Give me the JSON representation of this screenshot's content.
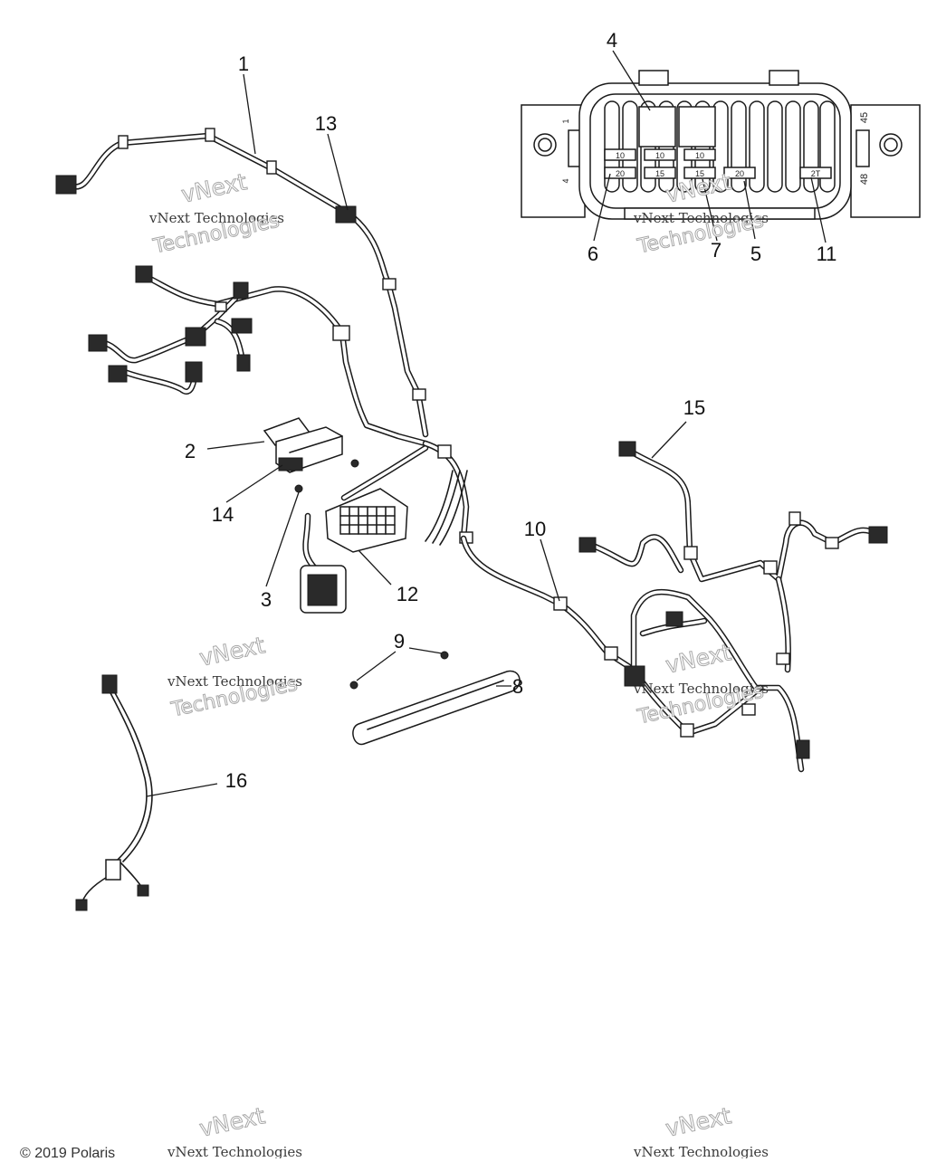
{
  "diagram": {
    "callouts": [
      "1",
      "2",
      "3",
      "4",
      "5",
      "6",
      "7",
      "8",
      "9",
      "10",
      "11",
      "12",
      "13",
      "14",
      "15",
      "16"
    ],
    "connector_pin_labels": {
      "left_top": "1",
      "left_bottom": "4",
      "right_top": "45",
      "right_bottom": "48"
    },
    "fuse_labels": [
      "10",
      "20",
      "10",
      "15",
      "10",
      "15",
      "20",
      "2T"
    ],
    "watermark": {
      "text_small": "vNext",
      "text_line": "vNext Technologies",
      "text_big": "Technologies"
    },
    "copyright": "© 2019 Polaris"
  }
}
